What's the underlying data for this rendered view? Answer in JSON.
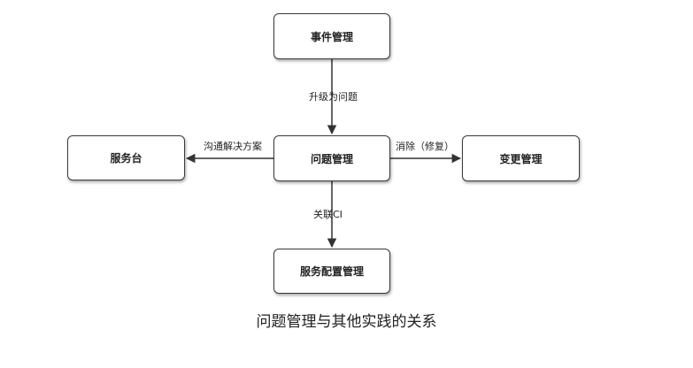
{
  "nodes": {
    "incident": "事件管理",
    "problem": "问题管理",
    "service_desk": "服务台",
    "change": "变更管理",
    "config": "服务配置管理"
  },
  "edges": {
    "incident_to_problem": "升级为问题",
    "problem_to_service_desk": "沟通解决方案",
    "problem_to_change": "消除（修复）",
    "problem_to_config": "关联CI"
  },
  "caption": "问题管理与其他实践的关系"
}
